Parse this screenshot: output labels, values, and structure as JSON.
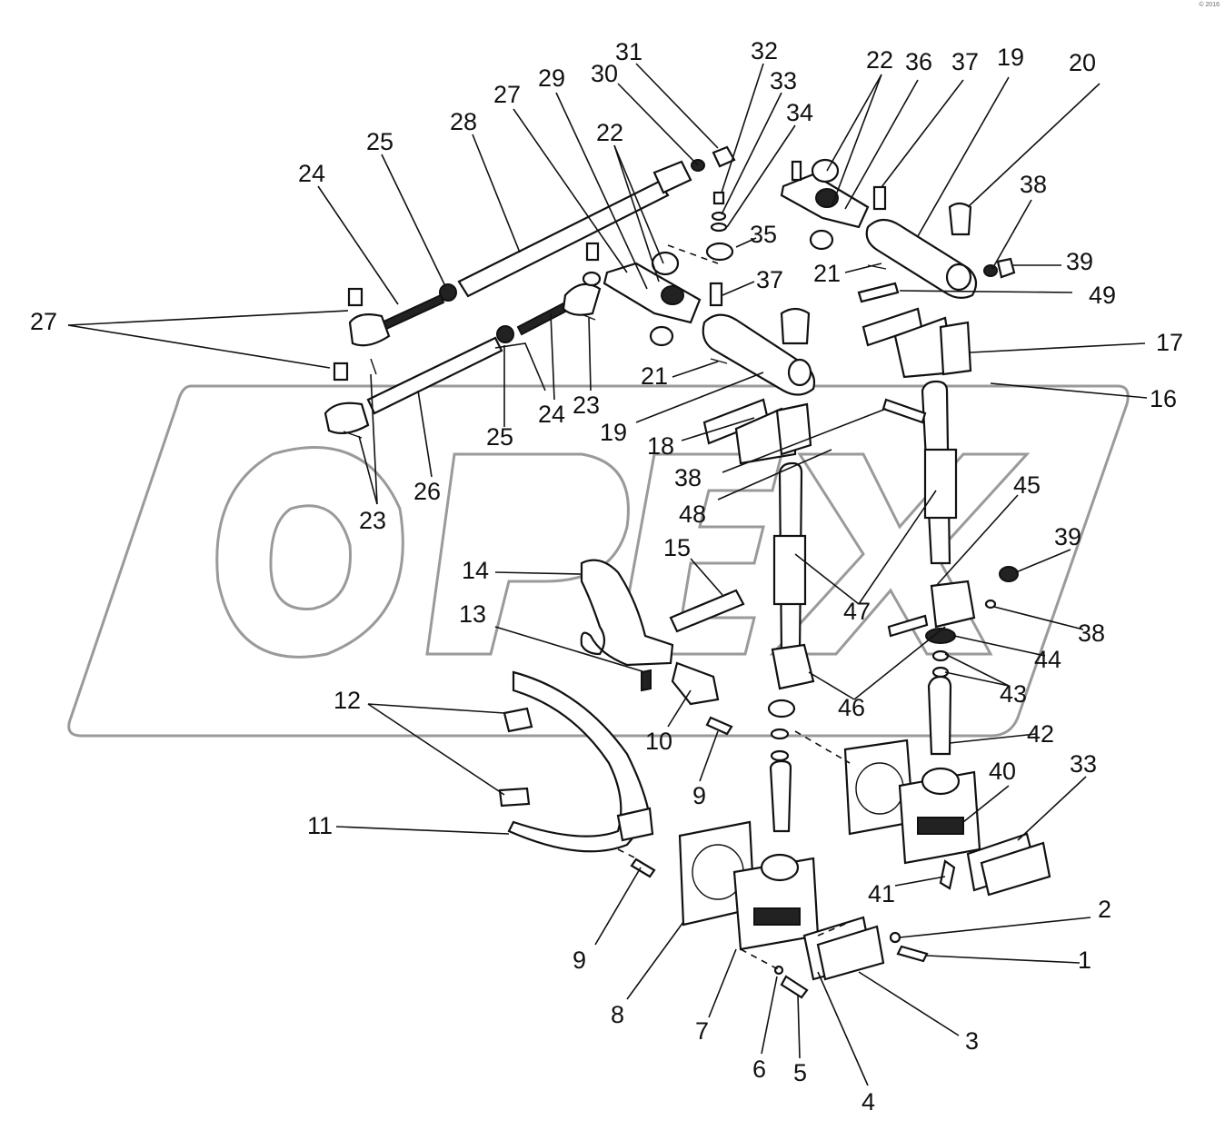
{
  "watermark": {
    "text": "OPEX"
  },
  "corner_tag": "© 2016",
  "callouts": [
    {
      "id": "c1",
      "text": "1"
    },
    {
      "id": "c2",
      "text": "2"
    },
    {
      "id": "c3",
      "text": "3"
    },
    {
      "id": "c4",
      "text": "4"
    },
    {
      "id": "c5",
      "text": "5"
    },
    {
      "id": "c6",
      "text": "6"
    },
    {
      "id": "c7",
      "text": "7"
    },
    {
      "id": "c8",
      "text": "8"
    },
    {
      "id": "c9a",
      "text": "9"
    },
    {
      "id": "c9b",
      "text": "9"
    },
    {
      "id": "c10",
      "text": "10"
    },
    {
      "id": "c11",
      "text": "11"
    },
    {
      "id": "c12",
      "text": "12"
    },
    {
      "id": "c13",
      "text": "13"
    },
    {
      "id": "c14",
      "text": "14"
    },
    {
      "id": "c15",
      "text": "15"
    },
    {
      "id": "c16",
      "text": "16"
    },
    {
      "id": "c17",
      "text": "17"
    },
    {
      "id": "c18",
      "text": "18"
    },
    {
      "id": "c19a",
      "text": "19"
    },
    {
      "id": "c19b",
      "text": "19"
    },
    {
      "id": "c20",
      "text": "20"
    },
    {
      "id": "c21a",
      "text": "21"
    },
    {
      "id": "c21b",
      "text": "21"
    },
    {
      "id": "c22a",
      "text": "22"
    },
    {
      "id": "c22b",
      "text": "22"
    },
    {
      "id": "c23a",
      "text": "23"
    },
    {
      "id": "c23b",
      "text": "23"
    },
    {
      "id": "c24a",
      "text": "24"
    },
    {
      "id": "c24b",
      "text": "24"
    },
    {
      "id": "c25a",
      "text": "25"
    },
    {
      "id": "c25b",
      "text": "25"
    },
    {
      "id": "c26",
      "text": "26"
    },
    {
      "id": "c27a",
      "text": "27"
    },
    {
      "id": "c27b",
      "text": "27"
    },
    {
      "id": "c28",
      "text": "28"
    },
    {
      "id": "c29",
      "text": "29"
    },
    {
      "id": "c30",
      "text": "30"
    },
    {
      "id": "c31",
      "text": "31"
    },
    {
      "id": "c32",
      "text": "32"
    },
    {
      "id": "c33a",
      "text": "33"
    },
    {
      "id": "c33b",
      "text": "33"
    },
    {
      "id": "c34",
      "text": "34"
    },
    {
      "id": "c35",
      "text": "35"
    },
    {
      "id": "c36",
      "text": "36"
    },
    {
      "id": "c37a",
      "text": "37"
    },
    {
      "id": "c37b",
      "text": "37"
    },
    {
      "id": "c38a",
      "text": "38"
    },
    {
      "id": "c38b",
      "text": "38"
    },
    {
      "id": "c38c",
      "text": "38"
    },
    {
      "id": "c39a",
      "text": "39"
    },
    {
      "id": "c39b",
      "text": "39"
    },
    {
      "id": "c40",
      "text": "40"
    },
    {
      "id": "c41",
      "text": "41"
    },
    {
      "id": "c42",
      "text": "42"
    },
    {
      "id": "c43",
      "text": "43"
    },
    {
      "id": "c44",
      "text": "44"
    },
    {
      "id": "c45",
      "text": "45"
    },
    {
      "id": "c46",
      "text": "46"
    },
    {
      "id": "c47",
      "text": "47"
    },
    {
      "id": "c48",
      "text": "48"
    },
    {
      "id": "c49",
      "text": "49"
    }
  ]
}
